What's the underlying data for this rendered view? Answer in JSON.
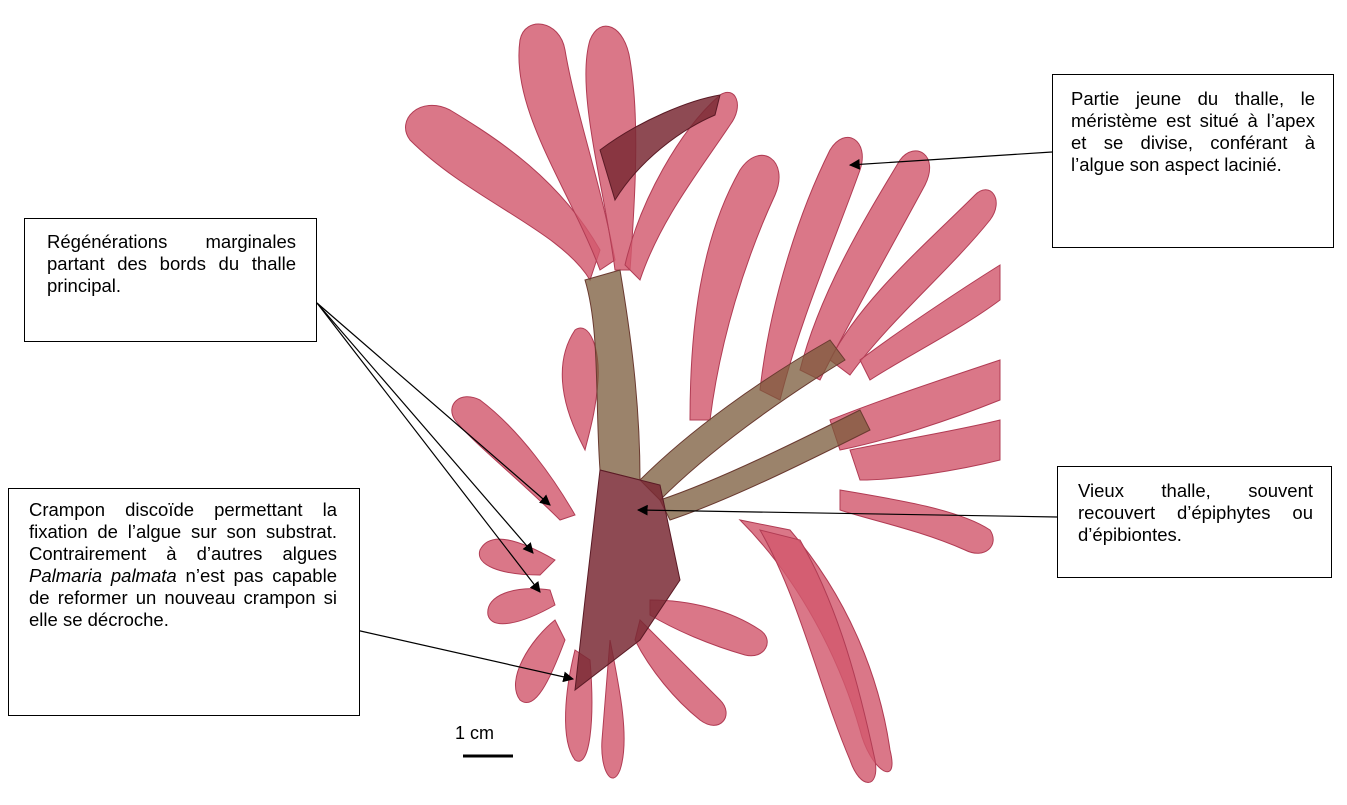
{
  "figure": {
    "subject": "Palmaria palmata",
    "scale_bar_label": "1 cm"
  },
  "annotations": {
    "regenerations": "Régénérations marginales partant des bords du thalle principal.",
    "young_thallus": "Partie jeune du thalle, le méristème est situé à l’apex et se divise, conférant à l’algue son aspect lacinié.",
    "holdfast": {
      "part1": "Crampon discoïde permettant la fixation de l’algue sur son substrat. Contrairement à d’autres algues ",
      "species": "Palmaria palmata",
      "part2": " n’est pas capable de reformer un nouveau crampon si elle se décroche."
    },
    "old_thallus": "Vieux thalle, souvent recouvert d’épiphytes ou d’épibiontes."
  },
  "colors": {
    "alga_light": "#d2596e",
    "alga_mid": "#c04862",
    "alga_dark": "#7a2a35",
    "stipe_olive": "#7a5a3a",
    "arrow": "#000000"
  }
}
